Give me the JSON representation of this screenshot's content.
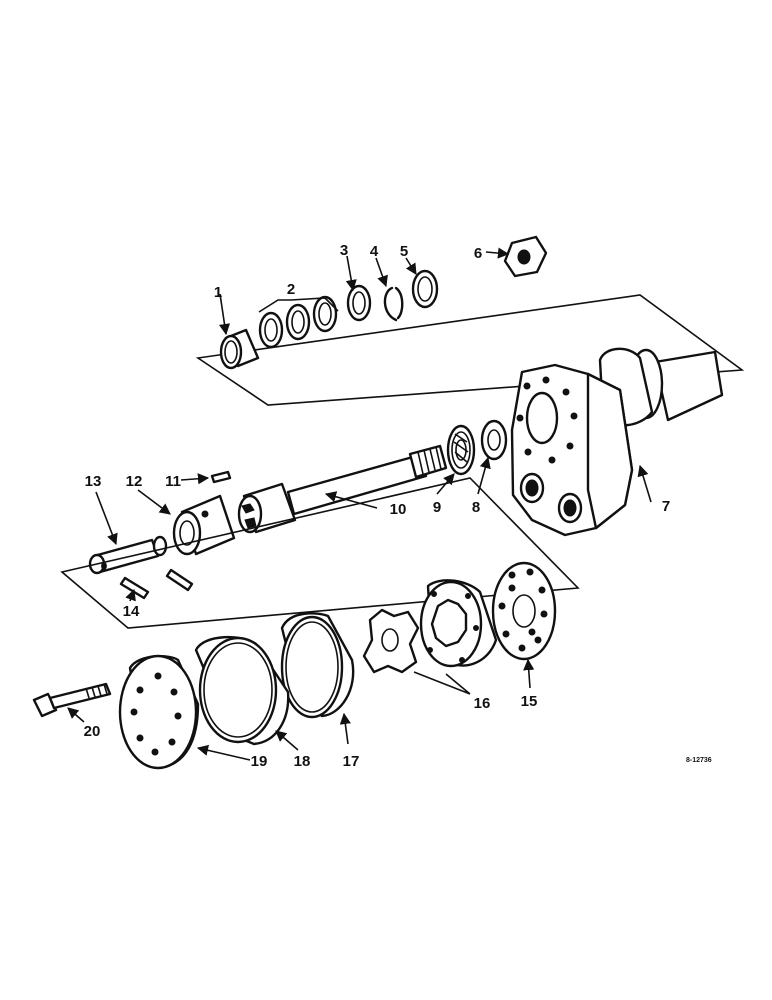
{
  "callouts": {
    "c1": "1",
    "c2": "2",
    "c3": "3",
    "c4": "4",
    "c5": "5",
    "c6": "6",
    "c7": "7",
    "c8": "8",
    "c9": "9",
    "c10": "10",
    "c11": "11",
    "c12": "12",
    "c13": "13",
    "c14": "14",
    "c15": "15",
    "c16": "16",
    "c17": "17",
    "c18": "18",
    "c19": "19",
    "c20": "20"
  },
  "figure_id": "8-12736"
}
